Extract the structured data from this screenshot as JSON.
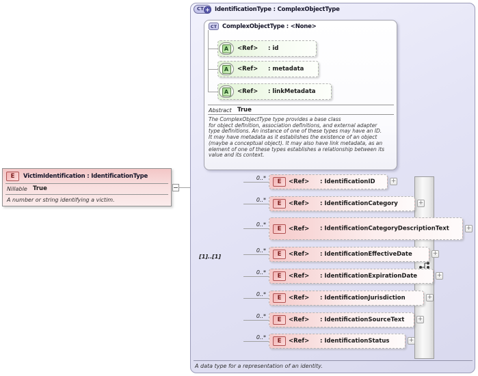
{
  "colors": {
    "element_fill": "#f5caca",
    "attribute_fill": "#e3f4d7",
    "container_fill": "#e4e4f6",
    "element_icon_border": "#b05050",
    "attribute_icon_border": "#5f8050",
    "type_icon_fill": "#c2c2e8"
  },
  "left_element": {
    "icon_letter": "E",
    "title": "VictimIdentification : IdentificationType",
    "property_label": "Nillable",
    "property_value": "True",
    "annotation": "A number or string identifying a victim."
  },
  "type_box": {
    "icon_label": "CT",
    "icon_plus": "+",
    "title": "IdentificationType : ComplexObjectType",
    "annotation": "A data type for a representation of an identity.",
    "base_type": {
      "icon_label": "CT",
      "title": "ComplexObjectType : <None>",
      "attributes": [
        {
          "icon_letter": "A",
          "ref_label": "<Ref>",
          "name": ": id"
        },
        {
          "icon_letter": "A",
          "ref_label": "<Ref>",
          "name": ": metadata"
        },
        {
          "icon_letter": "A",
          "ref_label": "<Ref>",
          "name": ": linkMetadata"
        }
      ],
      "property_label": "Abstract",
      "property_value": "True",
      "description": "The ComplexObjectType type provides a base class\nfor object definition, association definitions, and external adapter\ntype definitions. An instance of one of these types may have an ID.\nIt may have metadata as it establishes the existence of an object\n(maybe a conceptual object). It may also have link metadata, as an\nelement of one of these types establishes a relationship between its\nvalue and its context."
    },
    "sequence": {
      "cardinality": "[1]..[1]",
      "elements": [
        {
          "cardinality": "0..*",
          "icon_letter": "E",
          "ref_label": "<Ref>",
          "name": ": IdentificationID",
          "expand": "+"
        },
        {
          "cardinality": "0..*",
          "icon_letter": "E",
          "ref_label": "<Ref>",
          "name": ": IdentificationCategory",
          "expand": "+"
        },
        {
          "cardinality": "0..*",
          "icon_letter": "E",
          "ref_label": "<Ref>",
          "name": ": IdentificationCategoryDescriptionText",
          "expand": "+"
        },
        {
          "cardinality": "0..*",
          "icon_letter": "E",
          "ref_label": "<Ref>",
          "name": ": IdentificationEffectiveDate",
          "expand": "+"
        },
        {
          "cardinality": "0..*",
          "icon_letter": "E",
          "ref_label": "<Ref>",
          "name": ": IdentificationExpirationDate",
          "expand": "+"
        },
        {
          "cardinality": "0..*",
          "icon_letter": "E",
          "ref_label": "<Ref>",
          "name": ": IdentificationJurisdiction",
          "expand": "+"
        },
        {
          "cardinality": "0..*",
          "icon_letter": "E",
          "ref_label": "<Ref>",
          "name": ": IdentificationSourceText",
          "expand": "+"
        },
        {
          "cardinality": "0..*",
          "icon_letter": "E",
          "ref_label": "<Ref>",
          "name": ": IdentificationStatus",
          "expand": "+"
        }
      ]
    }
  }
}
